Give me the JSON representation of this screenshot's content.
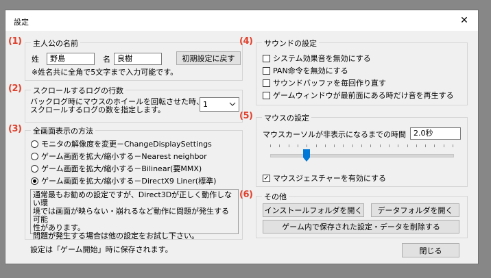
{
  "window": {
    "title": "設定",
    "close_glyph": "✕"
  },
  "section1": {
    "num": "(1)",
    "title": "主人公の名前",
    "sei_label": "姓",
    "sei_value": "野島",
    "mei_label": "名",
    "mei_value": "良樹",
    "reset_button": "初期設定に戻す",
    "note": "※姓名共に全角で5文字まで入力可能です。"
  },
  "section2": {
    "num": "(2)",
    "title": "スクロールするログの行数",
    "line1": "バックログ時にマウスのホイールを回転させた時、",
    "line2": "スクロールするログの数を指定します。",
    "select_value": "1"
  },
  "section3": {
    "num": "(3)",
    "title": "全画面表示の方法",
    "options": [
      {
        "label": "モニタの解像度を変更－ChangeDisplaySettings",
        "selected": false
      },
      {
        "label": "ゲーム画面を拡大/縮小する－Nearest neighbor",
        "selected": false
      },
      {
        "label": "ゲーム画面を拡大/縮小する－Bilinear(要MMX)",
        "selected": false
      },
      {
        "label": "ゲーム画面を拡大/縮小する－DirectX9 Liner(標準)",
        "selected": true
      }
    ],
    "desc": [
      "通常最もお勧めの設定ですが、Direct3Dが正しく動作しない環",
      "境では画面が映らない・崩れるなど動作に問題が発生する可能",
      "性があります。",
      "問題が発生する場合は他の設定をお試し下さい。"
    ]
  },
  "section4": {
    "num": "(4)",
    "title": "サウンドの設定",
    "options": [
      {
        "label": "システム効果音を無効にする",
        "checked": false
      },
      {
        "label": "PAN命令を無効にする",
        "checked": false
      },
      {
        "label": "サウンドバッファを毎回作り直す",
        "checked": false
      },
      {
        "label": "ゲームウィンドウが最前面にある時だけ音を再生する",
        "checked": false
      }
    ]
  },
  "section5": {
    "num": "(5)",
    "title": "マウスの設定",
    "hide_label": "マウスカーソルが非表示になるまでの時間",
    "hide_value": "2.0秒",
    "slider_position": 0.2,
    "gesture_label": "マウスジェスチャーを有効にする",
    "gesture_checked": true
  },
  "section6": {
    "num": "(6)",
    "title": "その他",
    "install_button": "インストールフォルダを開く",
    "data_button": "データフォルダを開く",
    "delete_button": "ゲーム内で保存された設定・データを削除する"
  },
  "footer": {
    "note": "設定は「ゲーム開始」時に保存されます。",
    "close_button": "閉じる"
  },
  "colors": {
    "number_accent": "#e0412d",
    "slider_thumb": "#0078d7",
    "background": "#878787"
  }
}
